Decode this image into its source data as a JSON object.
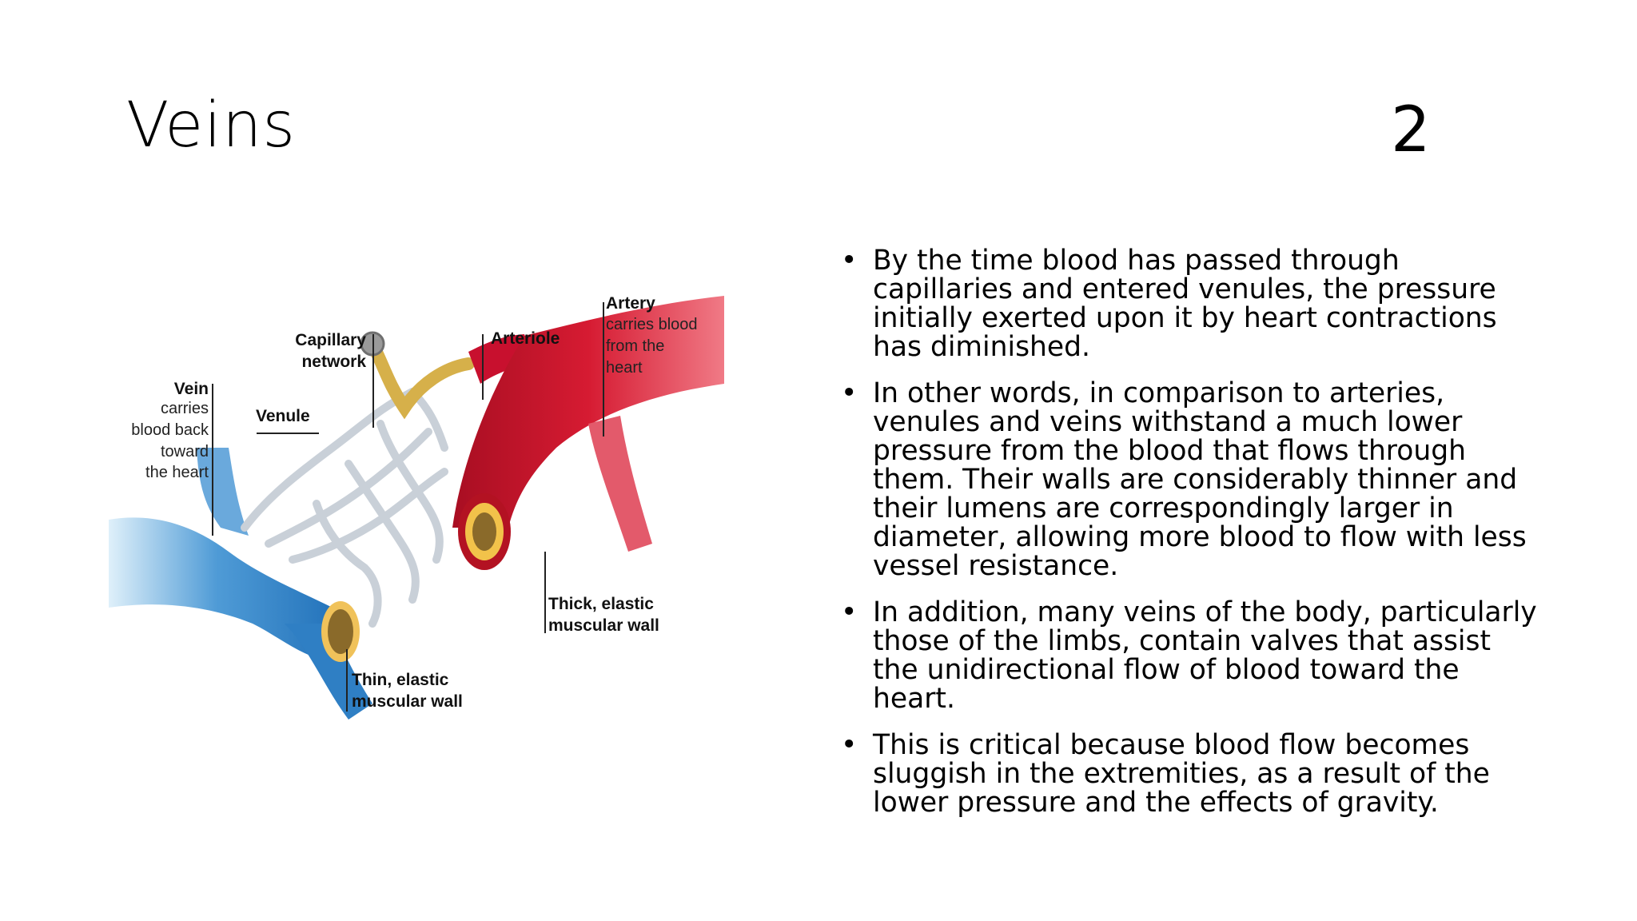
{
  "slide": {
    "title": "Veins",
    "number": "2"
  },
  "figure": {
    "labels": {
      "vein_title": "Vein",
      "vein_desc": [
        "carries",
        "blood back",
        "toward",
        "the heart"
      ],
      "venule": "Venule",
      "capillary": [
        "Capillary",
        "network"
      ],
      "arteriole": "Arteriole",
      "artery_title": "Artery",
      "artery_desc": [
        "carries blood",
        "from the",
        "heart"
      ],
      "thick_wall": [
        "Thick, elastic",
        "muscular wall"
      ],
      "thin_wall": [
        "Thin, elastic",
        "muscular wall"
      ]
    },
    "colors": {
      "vein": "#2f7fc4",
      "artery": "#c8102e",
      "capillary": "#c9d0d8"
    }
  },
  "bullets": [
    "By the time blood has passed through capillaries and entered venules, the pressure initially exerted upon it by heart contractions has diminished.",
    "In other words, in comparison to arteries, venules and veins withstand a much lower pressure from the blood that flows through them. Their walls are considerably thinner and their lumens are correspondingly larger in diameter, allowing more blood to flow with less vessel resistance.",
    "In addition, many veins of the body, particularly those of the limbs, contain valves that assist the unidirectional flow of blood toward the heart.",
    "This is critical because blood flow becomes sluggish in the extremities, as a result of the lower pressure and the effects of gravity."
  ]
}
